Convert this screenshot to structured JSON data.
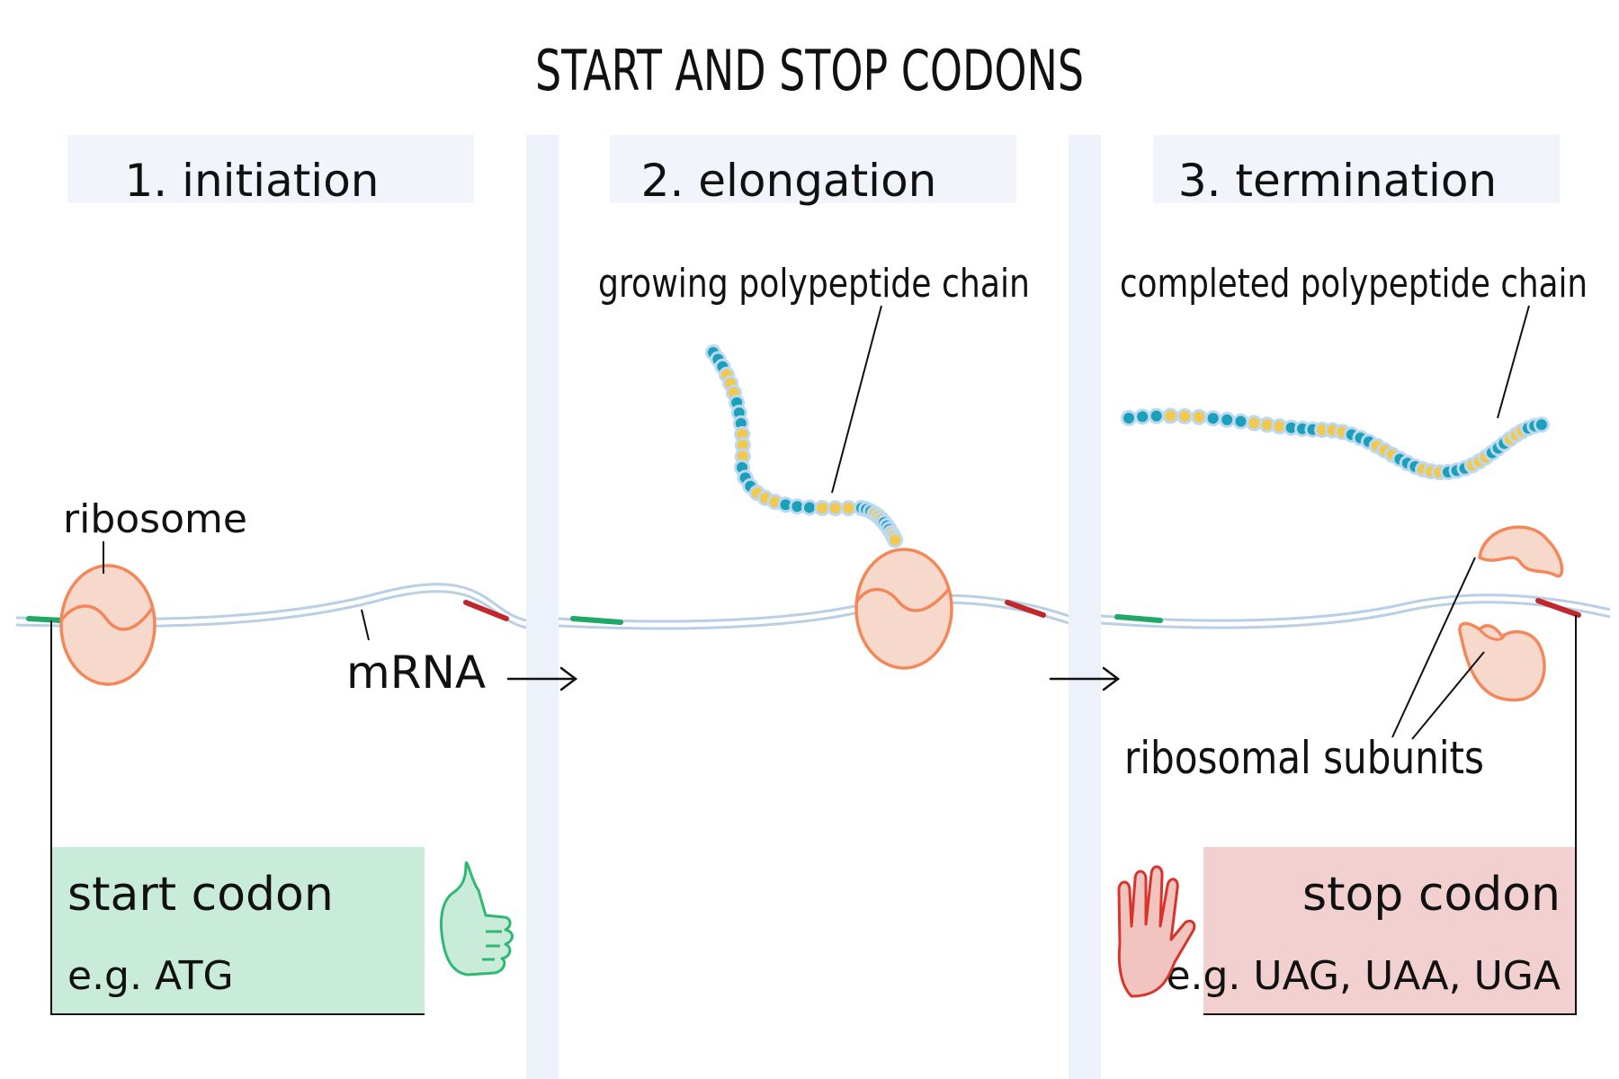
{
  "title": "START AND STOP CODONS",
  "stages": [
    {
      "label": "1. initiation"
    },
    {
      "label": "2. elongation"
    },
    {
      "label": "3. termination"
    }
  ],
  "labels": {
    "ribosome": "ribosome",
    "mrna": "mRNA",
    "growing_chain": "growing polypeptide chain",
    "completed_chain": "completed polypeptide chain",
    "ribosomal_subunits": "ribosomal subunits"
  },
  "start_box": {
    "heading": "start codon",
    "example": "e.g. ATG"
  },
  "stop_box": {
    "heading": "stop codon",
    "example": "e.g. UAG, UAA, UGA"
  },
  "colors": {
    "start_codon": "#1fa866",
    "stop_codon": "#c0282d",
    "ribosome_fill": "#f7d9cc",
    "ribosome_stroke": "#f4875a",
    "mrna": "#b9cfe6",
    "divider": "#edf2fa",
    "start_box": "#c9ebd9",
    "stop_box": "#f2d0cf",
    "thumbs_up_icon": "#2fb872",
    "stop_hand_icon": "#d9342b"
  },
  "icons": [
    "thumbs-up-icon",
    "stop-hand-icon",
    "arrow-right-icon"
  ]
}
